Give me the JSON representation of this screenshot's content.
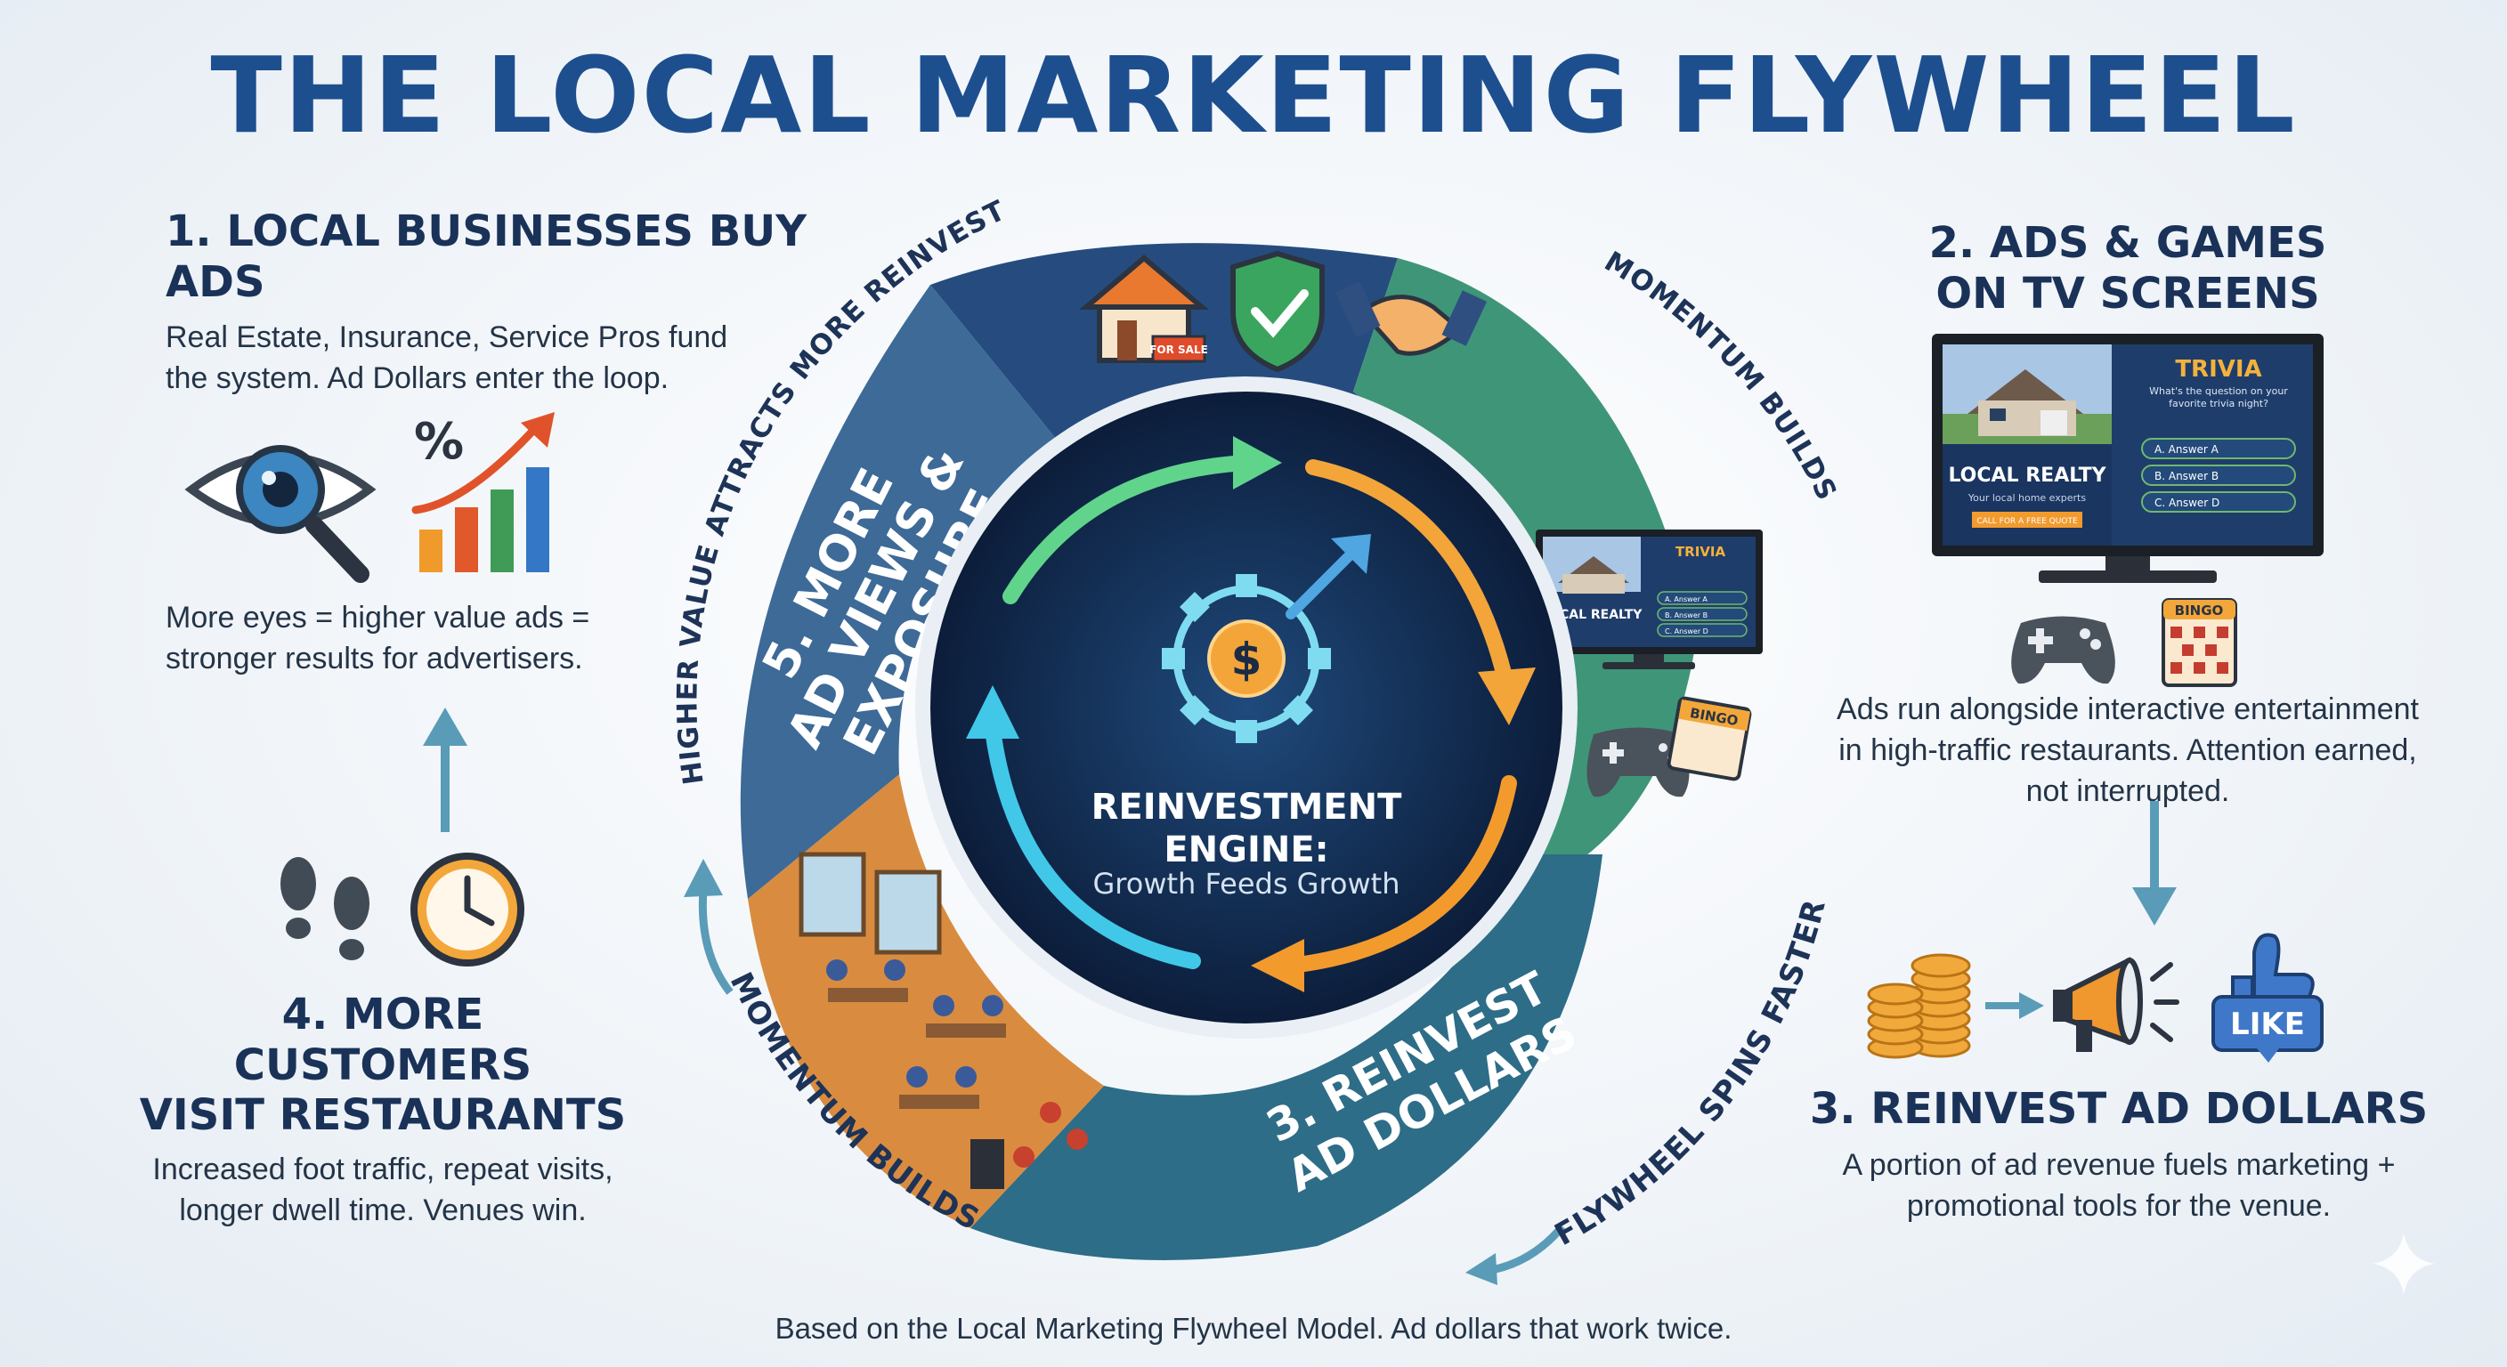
{
  "title": "THE LOCAL MARKETING FLYWHEEL",
  "steps": {
    "s1": {
      "heading": "1. LOCAL BUSINESSES BUY ADS",
      "body": "Real Estate, Insurance, Service Pros fund the system. Ad Dollars enter the loop."
    },
    "s2": {
      "heading_line1": "2. ADS & GAMES",
      "heading_line2": "ON TV SCREENS",
      "body": "Ads run alongside interactive entertainment in high-traffic restaurants. Attention earned, not interrupted."
    },
    "s3": {
      "heading": "3. REINVEST AD DOLLARS",
      "body": "A portion of ad revenue fuels marketing + promotional tools for the venue."
    },
    "s4": {
      "heading_line1": "4. MORE CUSTOMERS",
      "heading_line2": "VISIT RESTAURANTS",
      "body": "Increased foot traffic, repeat visits, longer dwell time. Venues win."
    },
    "s5": {
      "body": "More eyes = higher value ads = stronger results for advertisers."
    }
  },
  "wheel": {
    "seg5_line1": "5. MORE",
    "seg5_line2": "AD VIEWS &",
    "seg5_line3": "EXPOSURE",
    "seg3_line1": "3. REINVEST",
    "seg3_line2": "AD DOLLARS",
    "arc_top_left": "HIGHER VALUE ATTRACTS MORE REINVESTMENT",
    "arc_top_right": "MOMENTUM BUILDS",
    "arc_bottom_right": "FLYWHEEL SPINS FASTER",
    "arc_bottom_left": "MOMENTUM BUILDS",
    "hub_line1": "REINVESTMENT",
    "hub_line2": "ENGINE:",
    "hub_line3": "Growth Feeds Growth"
  },
  "tv": {
    "trivia": "TRIVIA",
    "question": "What's the question on your favorite trivia night?",
    "answers": [
      "A.  Answer A",
      "B.  Answer B",
      "C.  Answer D"
    ],
    "realty": "LOCAL REALTY",
    "realty_sub": "Your local home experts",
    "realty_btn": "CALL FOR A FREE QUOTE"
  },
  "small_tv": {
    "trivia": "TRIVIA",
    "realty": "LOCAL REALTY",
    "answers": [
      "A.  Answer A",
      "B.  Answer B",
      "C.  Answer D"
    ]
  },
  "badges": {
    "for_sale": "FOR SALE",
    "bingo": "BINGO",
    "like": "LIKE",
    "percent": "%"
  },
  "footer": "Based on the Local Marketing Flywheel Model. Ad dollars that work twice.",
  "colors": {
    "title": "#1d4f8f",
    "navy": "#1e3f6e",
    "green": "#3f9a78",
    "teal": "#2f6f8a",
    "hub": "#0f2344",
    "orange": "#f39a2d",
    "cyan": "#41c8e8"
  },
  "icons": [
    "eye-magnifier-icon",
    "growth-chart-icon",
    "footprints-icon",
    "clock-icon",
    "house-icon",
    "shield-check-icon",
    "handshake-icon",
    "gamepad-icon",
    "bingo-card-icon",
    "coins-icon",
    "megaphone-icon",
    "like-icon",
    "dollar-gear-icon"
  ]
}
